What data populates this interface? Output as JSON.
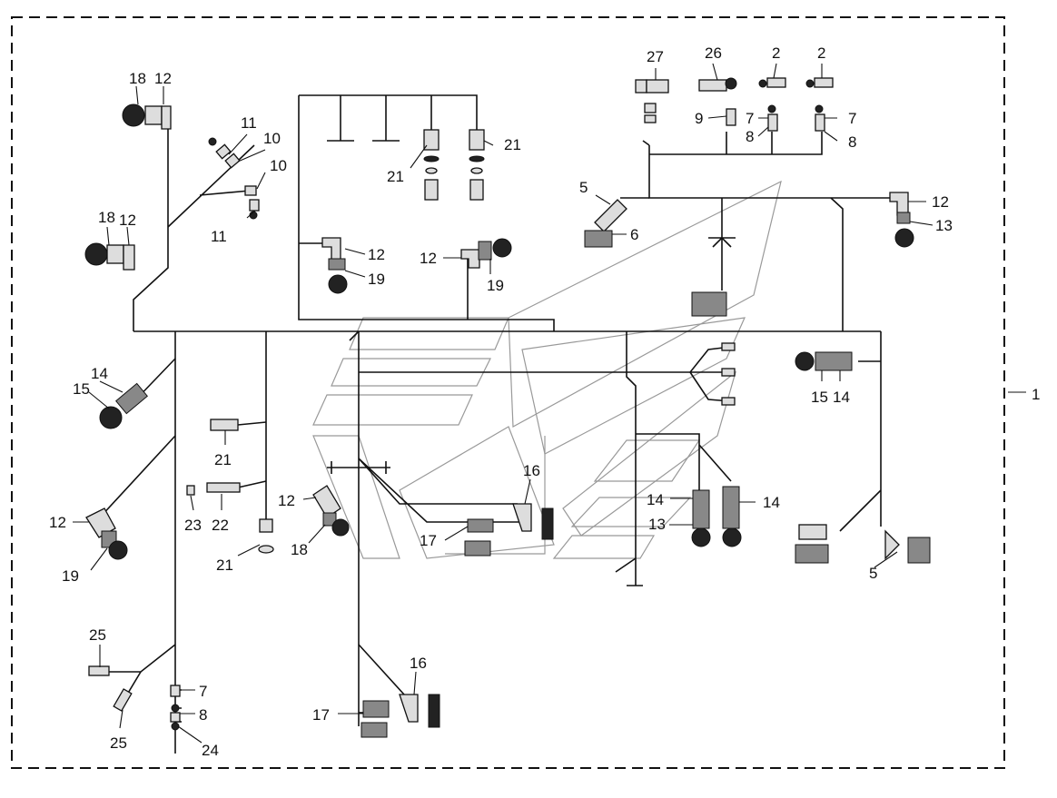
{
  "diagram": {
    "title": "",
    "callouts": [
      "1",
      "2",
      "5",
      "6",
      "7",
      "8",
      "9",
      "10",
      "11",
      "12",
      "13",
      "14",
      "15",
      "16",
      "17",
      "18",
      "19",
      "21",
      "22",
      "23",
      "24",
      "25",
      "26",
      "27"
    ],
    "labels": [
      {
        "text": "18"
      },
      {
        "text": "12"
      },
      {
        "text": "11"
      },
      {
        "text": "10"
      },
      {
        "text": "10"
      },
      {
        "text": "11"
      },
      {
        "text": "18"
      },
      {
        "text": "12"
      },
      {
        "text": "21"
      },
      {
        "text": "21"
      },
      {
        "text": "12"
      },
      {
        "text": "19"
      },
      {
        "text": "12"
      },
      {
        "text": "19"
      },
      {
        "text": "27"
      },
      {
        "text": "26"
      },
      {
        "text": "2"
      },
      {
        "text": "2"
      },
      {
        "text": "9"
      },
      {
        "text": "7"
      },
      {
        "text": "8"
      },
      {
        "text": "7"
      },
      {
        "text": "8"
      },
      {
        "text": "5"
      },
      {
        "text": "6"
      },
      {
        "text": "12"
      },
      {
        "text": "13"
      },
      {
        "text": "14"
      },
      {
        "text": "15"
      },
      {
        "text": "15"
      },
      {
        "text": "14"
      },
      {
        "text": "1"
      },
      {
        "text": "21"
      },
      {
        "text": "23"
      },
      {
        "text": "22"
      },
      {
        "text": "21"
      },
      {
        "text": "12"
      },
      {
        "text": "19"
      },
      {
        "text": "16"
      },
      {
        "text": "12"
      },
      {
        "text": "18"
      },
      {
        "text": "17"
      },
      {
        "text": "14"
      },
      {
        "text": "13"
      },
      {
        "text": "14"
      },
      {
        "text": "5"
      },
      {
        "text": "25"
      },
      {
        "text": "25"
      },
      {
        "text": "7"
      },
      {
        "text": "8"
      },
      {
        "text": "24"
      },
      {
        "text": "16"
      },
      {
        "text": "17"
      }
    ]
  }
}
